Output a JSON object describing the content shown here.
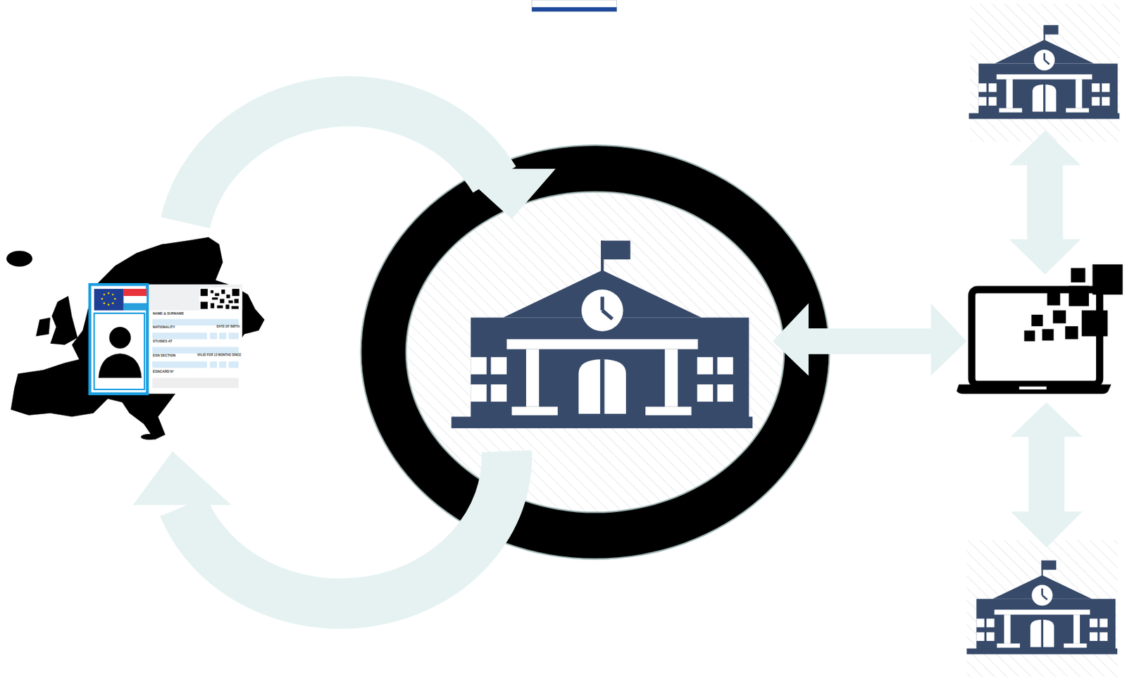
{
  "diagram": {
    "nodes": [
      {
        "text": [
          "NAME & SURNAME",
          "NATIONALITY",
          "DATE OF BIRTH",
          "STUDIES AT",
          "ESN SECTION",
          "VALID FOR 12 MONTHS SINCE",
          "ESNCARD N°"
        ]
      }
    ]
  }
}
